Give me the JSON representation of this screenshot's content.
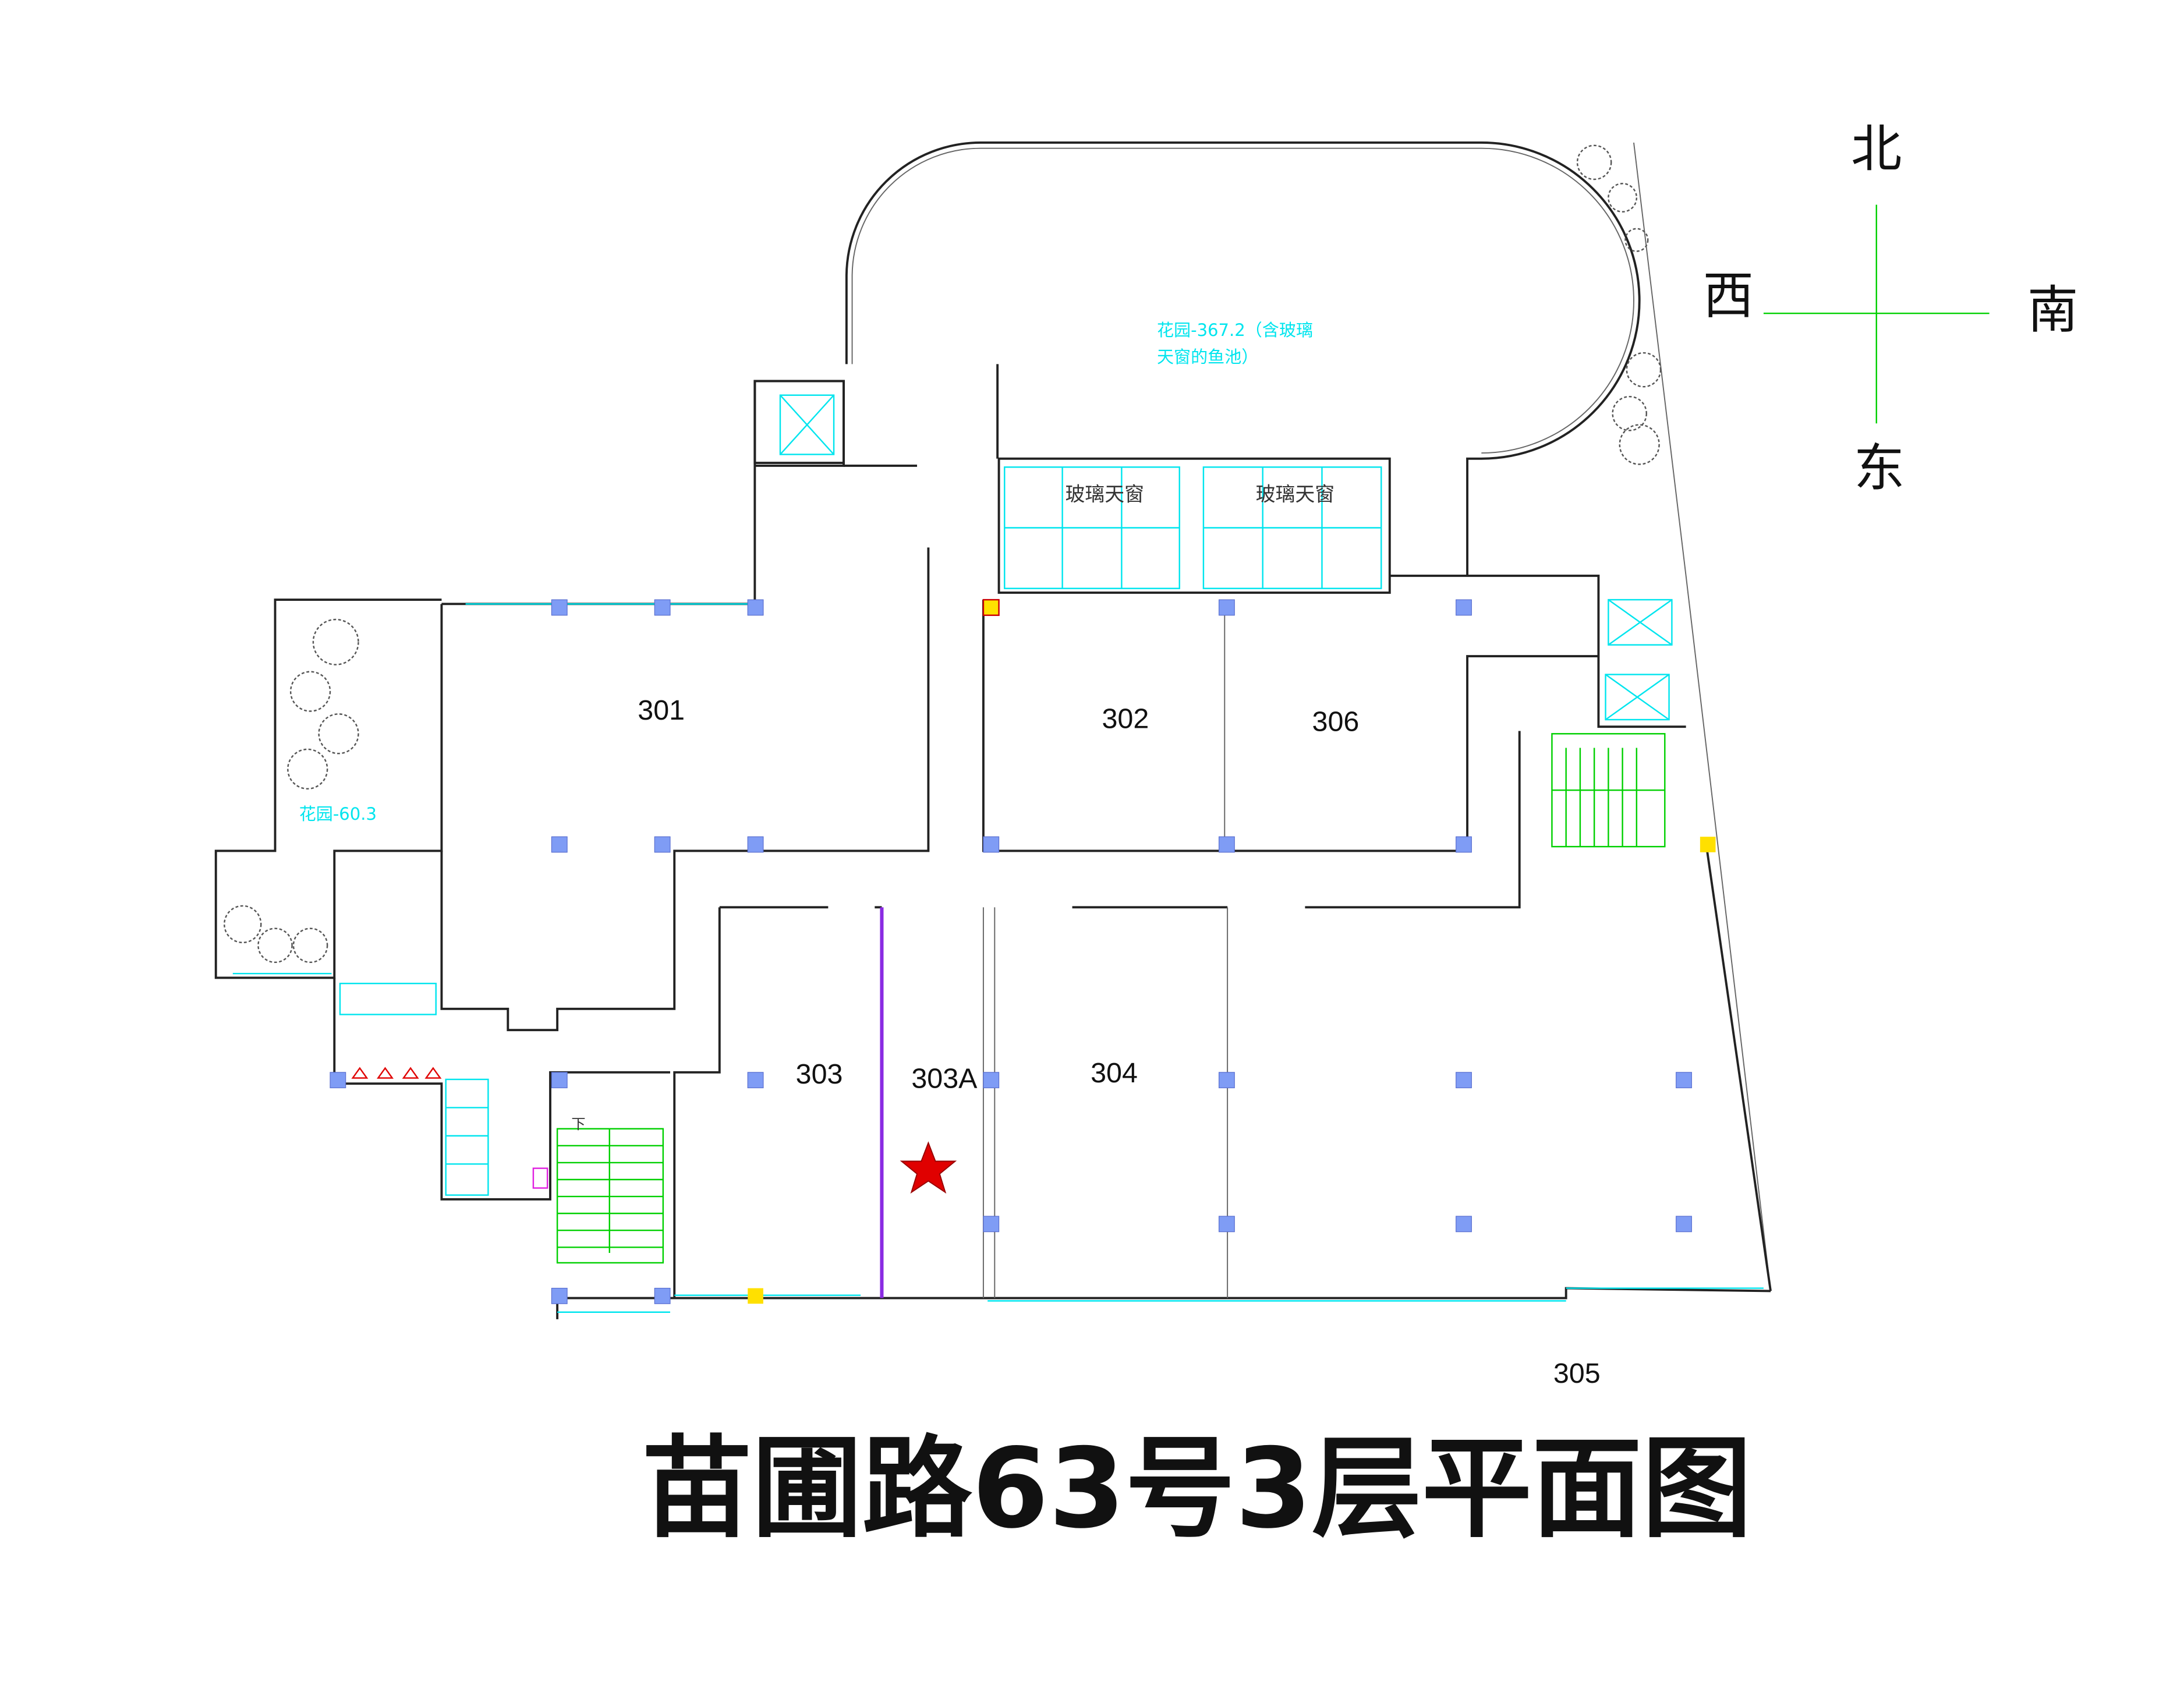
{
  "title": "苗圃路63号3层平面图",
  "compass": {
    "north": "北",
    "west": "西",
    "south": "南",
    "east": "东"
  },
  "gardens": {
    "main_line1": "花园-367.2（含玻璃",
    "main_line2": "天窗的鱼池）",
    "west": "花园-60.3"
  },
  "skylights": [
    "玻璃天窗",
    "玻璃天窗"
  ],
  "rooms": {
    "r301": "301",
    "r302": "302",
    "r306": "306",
    "r303": "303",
    "r303a": "303A",
    "r304": "304",
    "r305": "305"
  },
  "stair_label": "下",
  "colors": {
    "column": "#7f9cf5",
    "annotation": "#00e5ee",
    "star": "#e00000",
    "stair": "#00d000"
  }
}
